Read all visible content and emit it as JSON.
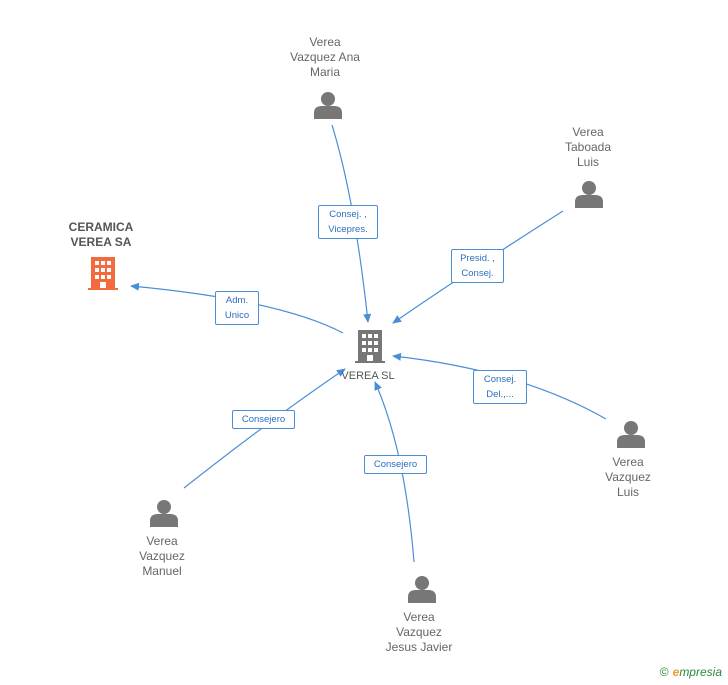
{
  "nodes": {
    "center": {
      "name": "VEREA SL",
      "type": "company"
    },
    "ceramica": {
      "lines": [
        "CERAMICA",
        "VEREA SA"
      ],
      "type": "company",
      "color": "#f26a3d"
    },
    "ana": {
      "lines": [
        "Verea",
        "Vazquez Ana",
        "Maria"
      ],
      "type": "person"
    },
    "taboada": {
      "lines": [
        "Verea",
        "Taboada",
        "Luis"
      ],
      "type": "person"
    },
    "luis": {
      "lines": [
        "Verea",
        "Vazquez",
        "Luis"
      ],
      "type": "person"
    },
    "jesus": {
      "lines": [
        "Verea",
        "Vazquez",
        "Jesus Javier"
      ],
      "type": "person"
    },
    "manuel": {
      "lines": [
        "Verea",
        "Vazquez",
        "Manuel"
      ],
      "type": "person"
    }
  },
  "edges": {
    "ana": [
      "Consej. ,",
      "Vicepres."
    ],
    "taboada": [
      "Presid. ,",
      "Consej."
    ],
    "ceramica": [
      "Adm.",
      "Unico"
    ],
    "luis": [
      "Consej.",
      "Del.,..."
    ],
    "manuel": [
      "Consejero"
    ],
    "jesus": [
      "Consejero"
    ]
  },
  "colors": {
    "edge": "#4a8fd6",
    "person_icon": "#777777",
    "company_icon": "#777777",
    "highlight_company": "#f26a3d"
  },
  "footer": {
    "copyright": "©",
    "brand_initial": "e",
    "brand_rest": "mpresia"
  }
}
